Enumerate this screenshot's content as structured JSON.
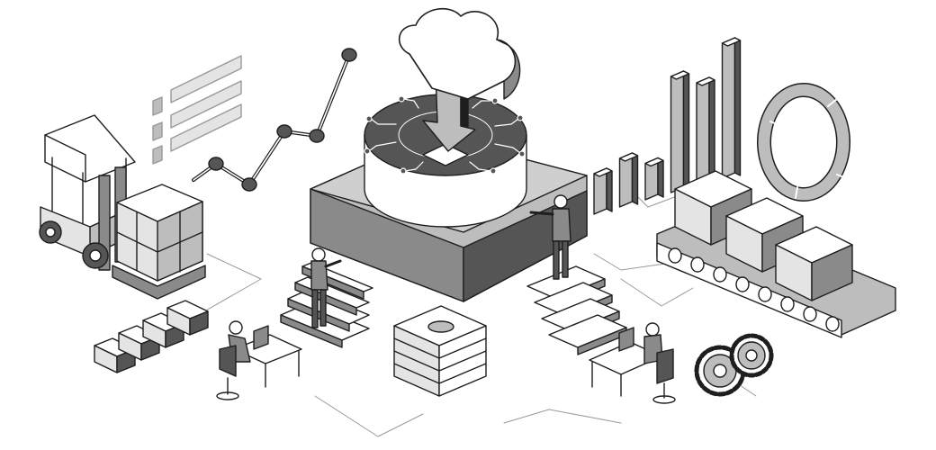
{
  "illustration": {
    "palette": {
      "ink": "#1e1e1e",
      "dark": "#555555",
      "mid": "#8a8a8a",
      "light": "#bdbdbd",
      "pale": "#e4e4e4",
      "paper": "#ffffff"
    },
    "icons": [
      "cloud-icon",
      "download-arrow-icon",
      "circuit-platform-icon",
      "forklift-icon",
      "boxes-pallet-icon",
      "checklist-icon",
      "line-graph-icon",
      "bar-chart-icon",
      "donut-chart-icon",
      "conveyor-belt-icon",
      "gears-icon",
      "money-stack-icon",
      "worker-at-desk-icon",
      "person-on-stairs-icon"
    ],
    "bar_chart_levels": [
      0.3,
      0.36,
      0.27,
      0.86,
      0.76,
      1.0
    ],
    "donut_segments": 4
  }
}
